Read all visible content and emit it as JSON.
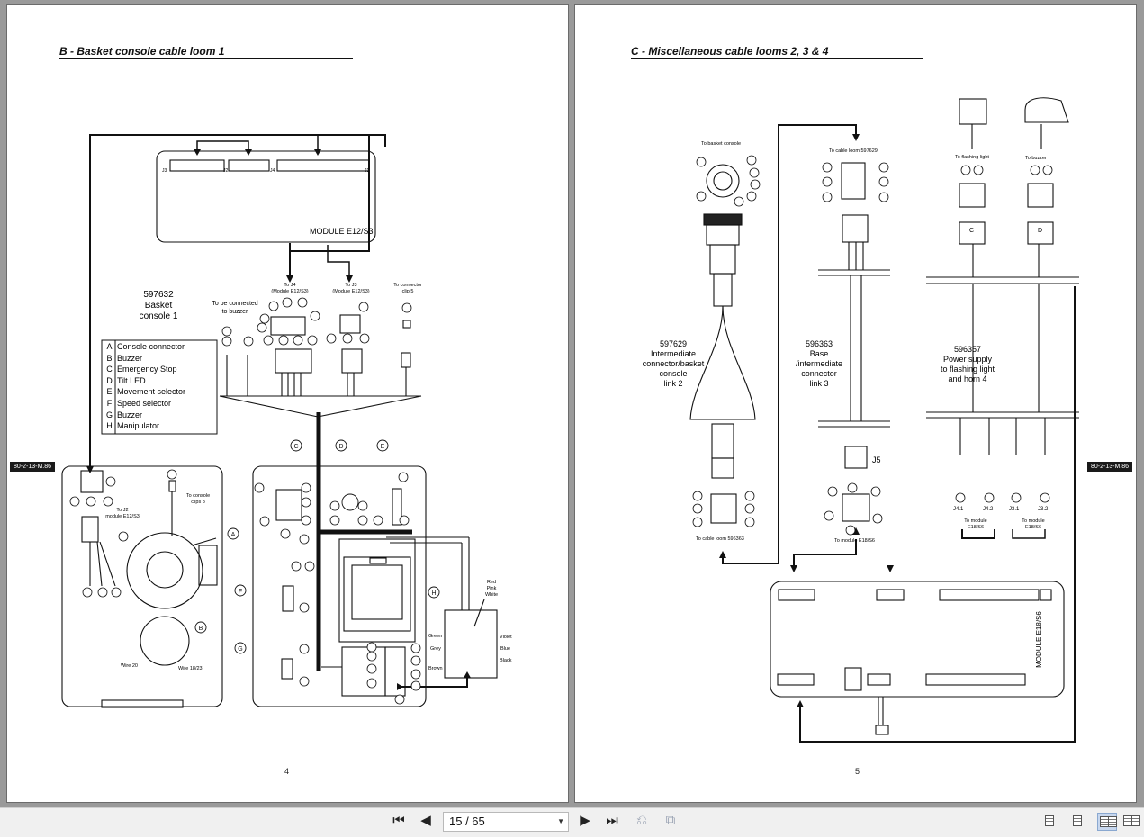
{
  "left_page": {
    "title": "B - Basket console cable loom 1",
    "page_number": "4",
    "side_tag": "80-2-13-M.86",
    "module_label": "MODULE E12/S3",
    "connector_labels": [
      "J3",
      "J2",
      "J4",
      "J1"
    ],
    "part_number": "597632",
    "part_name_1": "Basket",
    "part_name_2": "console 1",
    "to_buzzer_1": "To be connected",
    "to_buzzer_2": "to buzzer",
    "to_j4_1": "To J4",
    "to_j4_2": "(Module E12/S3)",
    "to_j3_1": "To J3",
    "to_j3_2": "(Module E12/S3)",
    "to_clip5_1": "To connector",
    "to_clip5_2": "clip 5",
    "legend": [
      {
        "key": "A",
        "value": "Console connector"
      },
      {
        "key": "B",
        "value": "Buzzer"
      },
      {
        "key": "C",
        "value": "Emergency Stop"
      },
      {
        "key": "D",
        "value": "Tilt LED"
      },
      {
        "key": "E",
        "value": "Movement selector"
      },
      {
        "key": "F",
        "value": "Speed selector"
      },
      {
        "key": "G",
        "value": "Buzzer"
      },
      {
        "key": "H",
        "value": "Manipulator"
      }
    ],
    "to_j2_1": "To J2",
    "to_j2_2": "module E12/S3",
    "to_clips8_1": "To console",
    "to_clips8_2": "clips 8",
    "wire20": "Wire 20",
    "wire1823": "Wire 18/23",
    "wire_colors_left": [
      "Green",
      "Grey",
      "Brown"
    ],
    "wire_colors_right": [
      "Violet",
      "Blue",
      "Black"
    ],
    "wire_colors_top": [
      "Red",
      "Pink",
      "White"
    ]
  },
  "right_page": {
    "title": "C - Miscellaneous cable looms 2, 3 & 4",
    "page_number": "5",
    "side_tag": "80-2-13-M.86",
    "to_basket": "To basket console",
    "to_loom_597629": "To cable loom 597629",
    "to_flashing": "To flashing light",
    "to_buzzer": "To buzzer",
    "conn_c": "C",
    "conn_d": "D",
    "p1_number": "597629",
    "p1_name": [
      "Intermediate",
      "connector/basket",
      "console",
      "link 2"
    ],
    "p2_number": "596363",
    "p2_name": [
      "Base",
      "/intermediate",
      "connector",
      "link 3"
    ],
    "p3_number": "596357",
    "p3_name": [
      "Power supply",
      "to flashing light",
      "and horn 4"
    ],
    "j5_label": "J5",
    "to_loom_596363": "To cable loom 596363",
    "to_module_e18": "To module E18/S6",
    "j_labels": [
      "J4.1",
      "J4.2",
      "J3.1",
      "J3.2"
    ],
    "to_module_a1": "To module",
    "to_module_a2": "E18/S6",
    "module_label": "MODULE E18/S6"
  },
  "toolbar": {
    "page_display": "15 / 65",
    "icons": [
      "first-page-icon",
      "previous-page-icon",
      "next-page-icon",
      "last-page-icon",
      "go-back-icon",
      "go-forward-icon",
      "single-page-view-icon",
      "continuous-view-icon",
      "two-page-view-icon",
      "two-page-continuous-view-icon"
    ]
  }
}
